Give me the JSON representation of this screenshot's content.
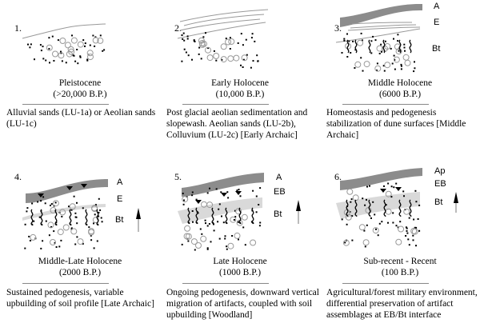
{
  "title": "Soil profile development sequence",
  "colors": {
    "horizon_A": "#8c8c8c",
    "horizon_Bt": "#d9d9d9",
    "lines": "#999999",
    "artifact": "#999999",
    "dots": "#000000"
  },
  "panels": [
    {
      "number": "1.",
      "period": "Pleistocene",
      "date": "(>20,000 B.P.)",
      "description": "Alluvial sands (LU-1a) or Aeolian sands (LU-1c)",
      "horizons": [],
      "arrow": false
    },
    {
      "number": "2.",
      "period": "Early Holocene",
      "date": "(10,000 B.P.)",
      "description": "Post glacial aeolian sedimentation and slopewash.  Aeolian sands (LU-2b), Colluvium (LU-2c)  [Early Archaic]",
      "horizons": [],
      "arrow": false
    },
    {
      "number": "3.",
      "period": "Middle Holocene",
      "date": "(6000 B.P.)",
      "description": "Homeostasis and pedogenesis stabilization of dune surfaces [Middle Archaic]",
      "horizons": [
        "A",
        "E",
        "Bt"
      ],
      "arrow": false
    },
    {
      "number": "4.",
      "period": "Middle-Late Holocene",
      "date": "(2000 B.P.)",
      "description": "Sustained pedogenesis, variable upbuilding of soil profile  [Late Archaic]",
      "horizons": [
        "A",
        "E",
        "Bt"
      ],
      "arrow": true
    },
    {
      "number": "5.",
      "period": "Late Holocene",
      "date": "(1000 B.P.)",
      "description": "Ongoing pedogenesis, downward vertical migration of artifacts, coupled with soil upbuilding [Woodland]",
      "horizons": [
        "A",
        "EB",
        "Bt"
      ],
      "arrow": true
    },
    {
      "number": "6.",
      "period": "Sub-recent - Recent",
      "date": "(100 B.P.)",
      "description": "Agricultural/forest military environment, differential preservation of artifact assemblages at EB/Bt interface",
      "horizons": [
        "Ap",
        "EB",
        "Bt"
      ],
      "arrow": true
    }
  ],
  "icons": {
    "arrow": "upbuilding-arrow-icon",
    "artifact": "artifact-circle-icon",
    "root": "root-trace-icon",
    "pointer": "projectile-point-icon"
  }
}
